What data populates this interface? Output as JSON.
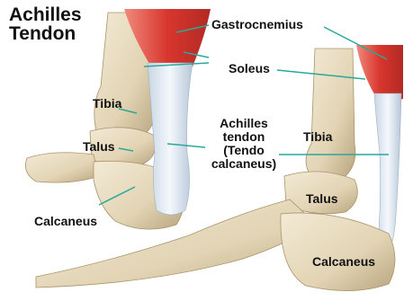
{
  "title": {
    "line1": "Achilles",
    "line2": "Tendon"
  },
  "labels": {
    "gastrocnemius": "Gastrocnemius",
    "soleus": "Soleus",
    "tibia_left": "Tibia",
    "talus_left": "Talus",
    "calcaneus_left": "Calcaneus",
    "achilles_tendon": {
      "line1": "Achilles",
      "line2": "tendon",
      "line3": "(Tendo",
      "line4": "calcaneus)"
    },
    "tibia_right": "Tibia",
    "talus_right": "Talus",
    "calcaneus_right": "Calcaneus"
  },
  "colors": {
    "bone": "#e8dcc0",
    "bone_shadow": "#bfae8a",
    "muscle": "#d83a32",
    "tendon": "#e4ecf4",
    "leader_line": "#2aa89a"
  }
}
